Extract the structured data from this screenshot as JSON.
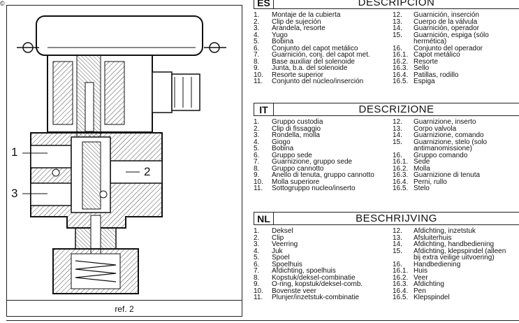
{
  "stamp": "©",
  "figure": {
    "callouts": [
      "1",
      "2",
      "3"
    ],
    "ref": "ref. 2"
  },
  "sections": [
    {
      "lang": "ES",
      "title": "DESCRIPCION",
      "left": [
        [
          "1.",
          "Montaje de la cubierta"
        ],
        [
          "2.",
          "Clip de sujeción"
        ],
        [
          "3.",
          "Arandela, resorte"
        ],
        [
          "4.",
          "Yugo"
        ],
        [
          "5.",
          "Bobina"
        ],
        [
          "6.",
          "Conjunto del capot metálico"
        ],
        [
          "7.",
          "Guarnición, conj. del capot met."
        ],
        [
          "8.",
          "Base auxiliar del solenoide"
        ],
        [
          "9.",
          "Junta, b.a. del solenoide"
        ],
        [
          "10.",
          "Resorte superior"
        ],
        [
          "11.",
          "Conjunto del núcleo/inserción"
        ]
      ],
      "right": [
        [
          "12.",
          "Guarnición, inserción"
        ],
        [
          "13.",
          "Cuerpo de la válvula"
        ],
        [
          "14.",
          "Guarnición, operador"
        ],
        [
          "15.",
          "Guarnición, espiga (sólo"
        ],
        [
          "",
          "hermética)"
        ],
        [
          "16.",
          "Conjunto del operador"
        ],
        [
          "16.1.",
          "Capot metálico"
        ],
        [
          "16.2.",
          "Resorte"
        ],
        [
          "16.3.",
          "Sello"
        ],
        [
          "16.4.",
          "Patillas, rodillo"
        ],
        [
          "16.5.",
          "Espiga"
        ]
      ]
    },
    {
      "lang": "IT",
      "title": "DESCRIZIONE",
      "left": [
        [
          "1.",
          "Gruppo custodia"
        ],
        [
          "2.",
          "Clip di fissaggio"
        ],
        [
          "3.",
          "Rondella, molla"
        ],
        [
          "4.",
          "Giogo"
        ],
        [
          "5.",
          "Bobina"
        ],
        [
          "6.",
          "Gruppo sede"
        ],
        [
          "7.",
          "Guarnizione, gruppo sede"
        ],
        [
          "8.",
          "Gruppo cannotto"
        ],
        [
          "9.",
          "Anello di tenuta, gruppo cannotto"
        ],
        [
          "10.",
          "Molla superiore"
        ],
        [
          "11.",
          "Sottogruppo nucleo/inserto"
        ]
      ],
      "right": [
        [
          "12.",
          "Guarnizione, inserto"
        ],
        [
          "13.",
          "Corpo valvola"
        ],
        [
          "14.",
          "Guarnizione, comando"
        ],
        [
          "15.",
          "Guarnizione, stelo (solo"
        ],
        [
          "",
          "antimanomissione)"
        ],
        [
          "16.",
          "Gruppo comando"
        ],
        [
          "16.1.",
          "Sede"
        ],
        [
          "16.2.",
          "Molla"
        ],
        [
          "16.3.",
          "Guarnizione di tenuta"
        ],
        [
          "16.4.",
          "Perni, rullo"
        ],
        [
          "16.5.",
          "Stelo"
        ]
      ]
    },
    {
      "lang": "NL",
      "title": "BESCHRIJVING",
      "left": [
        [
          "1.",
          "Deksel"
        ],
        [
          "2.",
          "Clip"
        ],
        [
          "3.",
          "Veerring"
        ],
        [
          "4.",
          "Juk"
        ],
        [
          "5.",
          "Spoel"
        ],
        [
          "6.",
          "Spoelhuis"
        ],
        [
          "7.",
          "Afdichting, spoelhuis"
        ],
        [
          "8.",
          "Kopstuk/deksel-combinatie"
        ],
        [
          "9.",
          "O-ring, kopstuk/deksel-comb."
        ],
        [
          "10.",
          "Bovenste veer"
        ],
        [
          "11.",
          "Plunjer/inzetstuk-combinatie"
        ]
      ],
      "right": [
        [
          "12.",
          "Afdichting, inzetstuk"
        ],
        [
          "13.",
          "Afsluiterhuis"
        ],
        [
          "14.",
          "Afdichting, handbediening"
        ],
        [
          "15.",
          "Afdichting, klepspindel (alleen"
        ],
        [
          "",
          "bij extra veilige uitvoering)"
        ],
        [
          "16.",
          "Handbediening"
        ],
        [
          "16.1.",
          "Huis"
        ],
        [
          "16.2.",
          "Veer"
        ],
        [
          "16.3.",
          "Afdichting"
        ],
        [
          "16.4.",
          "Pen"
        ],
        [
          "16.5.",
          "Klepspindel"
        ]
      ]
    }
  ]
}
